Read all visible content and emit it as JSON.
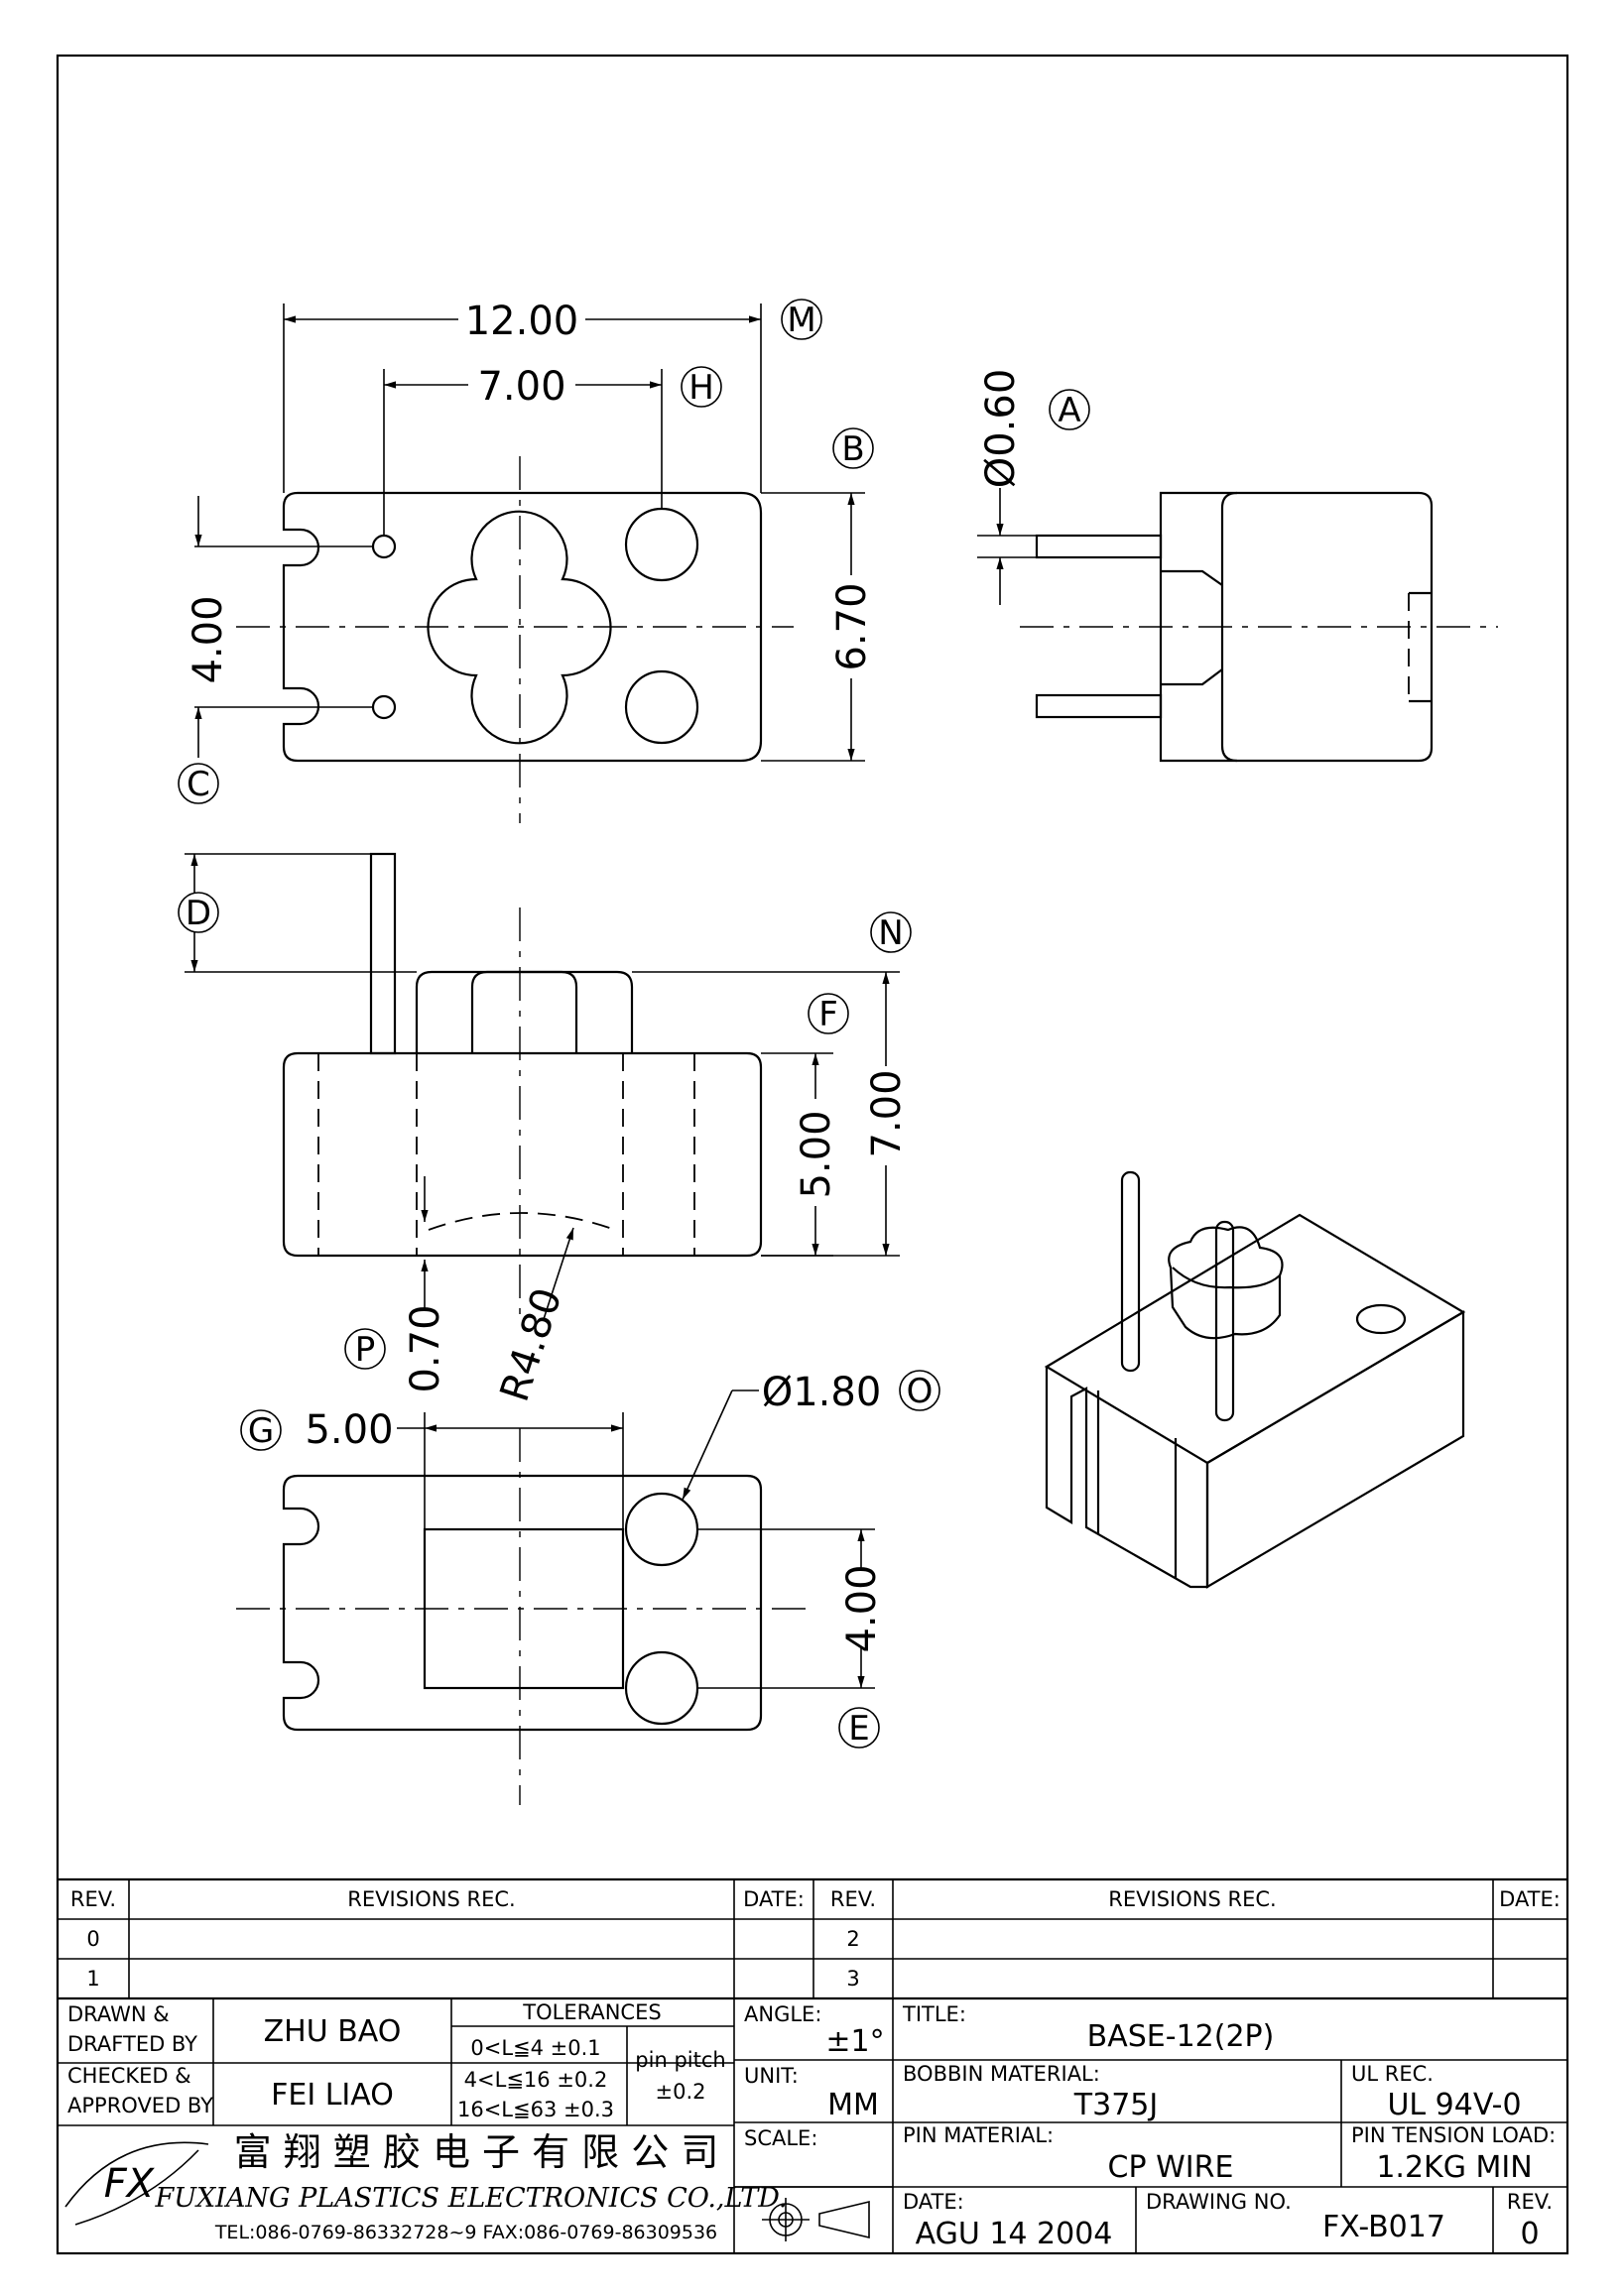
{
  "dimensions": {
    "d_12": "12.00",
    "d_7": "7.00",
    "d_6_70": "6.70",
    "d_4_top": "4.00",
    "d_pin_dia": "Ø0.60",
    "d_d": "",
    "d_5_front": "5.00",
    "d_7_front": "7.00",
    "d_0_70": "0.70",
    "d_r480": "R4.80",
    "d_5_bottom": "5.00",
    "d_hole_dia": "Ø1.80",
    "d_4_bottom": "4.00"
  },
  "callouts": [
    "M",
    "H",
    "A",
    "B",
    "C",
    "D",
    "N",
    "F",
    "P",
    "G",
    "O",
    "E"
  ],
  "title_block": {
    "rev_header": "REV.",
    "revisions_header": "REVISIONS   REC.",
    "date_header": "DATE:",
    "rev_0": "0",
    "rev_1": "1",
    "rev_2": "2",
    "rev_3": "3",
    "drawn_label_1": "DRAWN  &",
    "drawn_label_2": "DRAFTED  BY",
    "drawn_name": "ZHU   BAO",
    "checked_label_1": "CHECKED  &",
    "checked_label_2": "APPROVED  BY",
    "checked_name": "FEI  LIAO",
    "tolerances_header": "TOLERANCES",
    "tol_1": "0<L≦4    ±0.1",
    "tol_2": "4<L≦16  ±0.2",
    "tol_3": "16<L≦63  ±0.3",
    "pin_pitch_label": "pin  pitch",
    "pin_pitch_value": "±0.2",
    "angle_label": "ANGLE:",
    "angle_value": "±1°",
    "unit_label": "UNIT:",
    "unit_value": "MM",
    "scale_label": "SCALE:",
    "title_label": "TITLE:",
    "title_value": "BASE-12(2P)",
    "bobbin_label": "BOBBIN  MATERIAL:",
    "bobbin_value": "T375J",
    "ul_label": "UL  REC.",
    "ul_value": "UL  94V-0",
    "pin_material_label": "PIN  MATERIAL:",
    "pin_material_value": "CP  WIRE",
    "pin_tension_label": "PIN  TENSION  LOAD:",
    "pin_tension_value": "1.2KG  MIN",
    "date_label": "DATE:",
    "date_value": "AGU  14  2004",
    "drawing_no_label": "DRAWING  NO.",
    "drawing_no_value": "FX-B017",
    "rev_label": "REV.",
    "rev_value": "0",
    "company_cn": "富  翔  塑  胶  电  子  有  限  公  司",
    "company_en": "FUXIANG  PLASTICS  ELECTRONICS  CO.,LTD.",
    "company_tel": "TEL:086-0769-86332728~9   FAX:086-0769-86309536",
    "logo_text": "FX"
  }
}
